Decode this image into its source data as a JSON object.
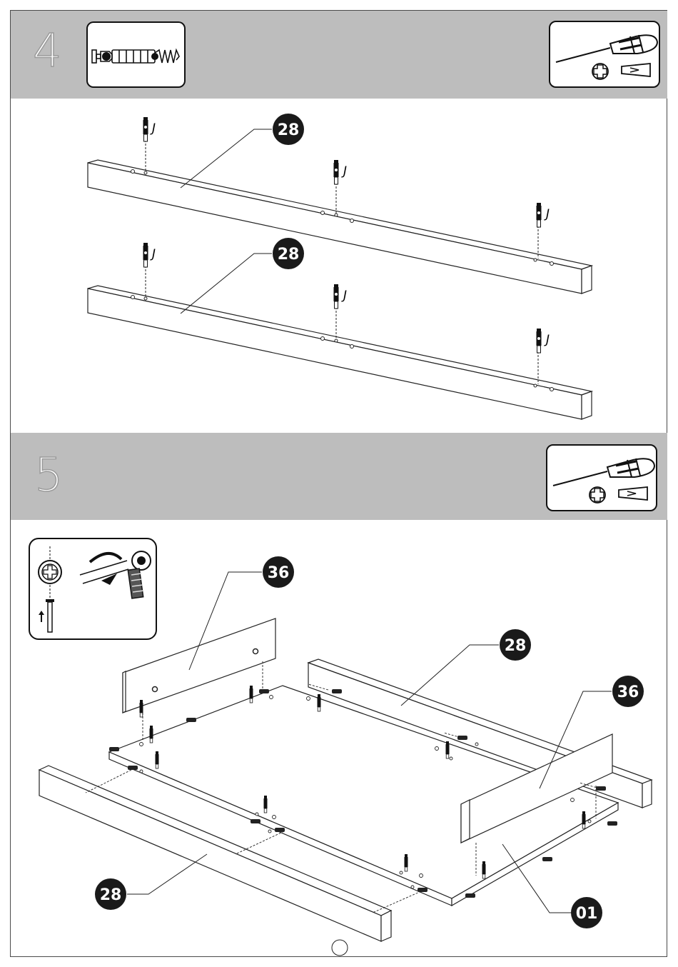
{
  "steps": [
    {
      "number": "4"
    },
    {
      "number": "5"
    }
  ],
  "callouts": {
    "step4_rail_top": "28",
    "step4_rail_bottom": "28",
    "step5_panel_left": "36",
    "step5_rail_back": "28",
    "step5_panel_right": "36",
    "step5_rail_front": "28",
    "step5_base": "01"
  },
  "hardware_label": "J",
  "icons": {
    "step4_part": "cam-bolt-icon",
    "tools": "screwdriver-icon",
    "phillips": "phillips-head-icon",
    "flat": "flat-head-icon",
    "detail": "cam-lock-detail-icon"
  },
  "colors": {
    "band": "#bdbdbd",
    "callout": "#1a1a1a",
    "line": "#222222"
  }
}
